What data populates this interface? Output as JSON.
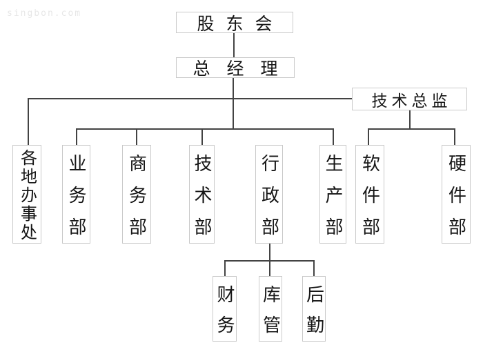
{
  "watermark": "singbon.com",
  "colors": {
    "background": "#ffffff",
    "box_border": "#c9c9c9",
    "connector_line": "#434343",
    "text": "#161616",
    "watermark_text": "#e7e7e7"
  },
  "org_chart": {
    "nodes": {
      "shareholders": {
        "label": "股东会"
      },
      "general_manager": {
        "label": "总经理"
      },
      "tech_director": {
        "label": "技术总监"
      },
      "regional_offices": {
        "label": "各地办事处"
      },
      "business_dept": {
        "label": "业务部"
      },
      "commerce_dept": {
        "label": "商务部"
      },
      "technology_dept": {
        "label": "技术部"
      },
      "admin_dept": {
        "label": "行政部"
      },
      "production_dept": {
        "label": "生产部"
      },
      "software_dept": {
        "label": "软件部"
      },
      "hardware_dept": {
        "label": "硬件部"
      },
      "finance": {
        "label": "财务"
      },
      "warehouse": {
        "label": "库管"
      },
      "logistics": {
        "label": "后勤"
      }
    },
    "edges": [
      {
        "from": "股东会",
        "to": [
          "总经理"
        ]
      },
      {
        "from": "总经理",
        "to": [
          "各地办事处",
          "技术总监",
          "业务部",
          "商务部",
          "技术部",
          "行政部",
          "生产部"
        ]
      },
      {
        "from": "技术总监",
        "to": [
          "软件部",
          "硬件部"
        ]
      },
      {
        "from": "行政部",
        "to": [
          "财务",
          "库管",
          "后勤"
        ]
      }
    ]
  }
}
